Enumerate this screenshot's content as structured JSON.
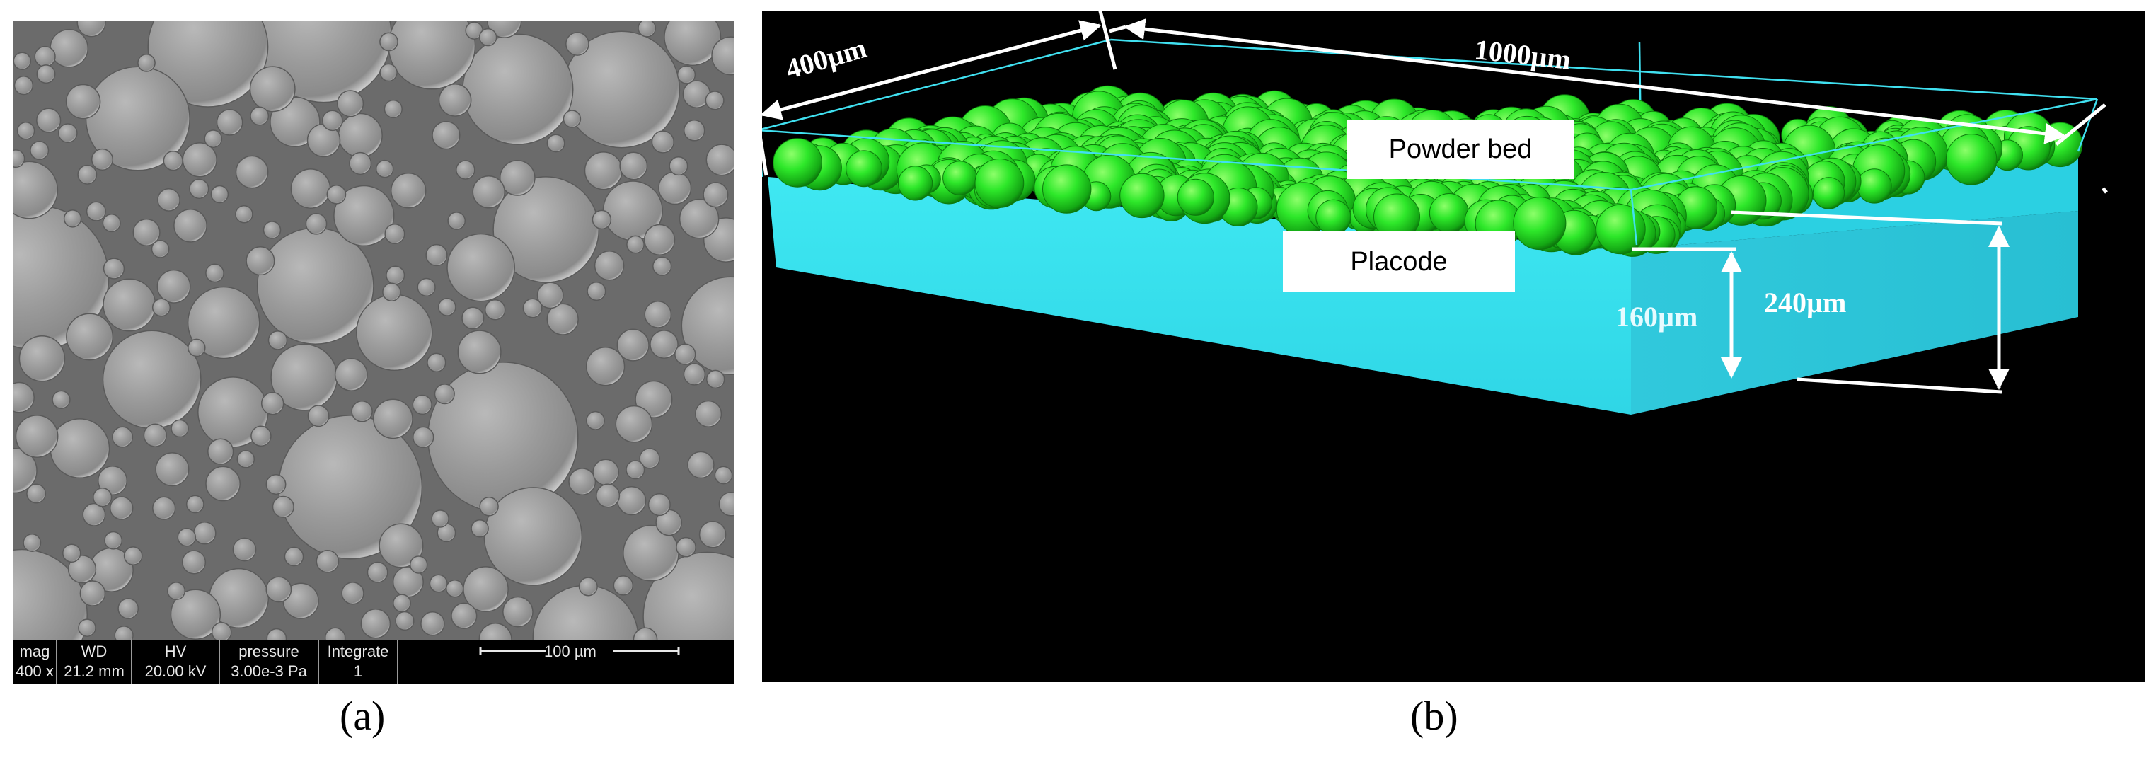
{
  "panel_a": {
    "caption": "(a)",
    "info_bar": {
      "fields": [
        {
          "header": "mag",
          "value": "400 x"
        },
        {
          "header": "WD",
          "value": "21.2 mm"
        },
        {
          "header": "HV",
          "value": "20.00 kV"
        },
        {
          "header": "pressure",
          "value": "3.00e-3 Pa"
        },
        {
          "header": "Integrate",
          "value": "1"
        }
      ],
      "scale_bar_label": "100 µm"
    }
  },
  "panel_b": {
    "caption": "(b)",
    "labels": {
      "powder_bed": "Powder bed",
      "placode": "Placode"
    },
    "dimensions": {
      "width": "400µm",
      "length": "1000µm",
      "substrate_height": "160µm",
      "total_height": "240µm"
    },
    "colors": {
      "substrate": "#33e6f0",
      "powder": "#22dd22",
      "outline": "#40e0f0",
      "background": "#000000"
    }
  }
}
